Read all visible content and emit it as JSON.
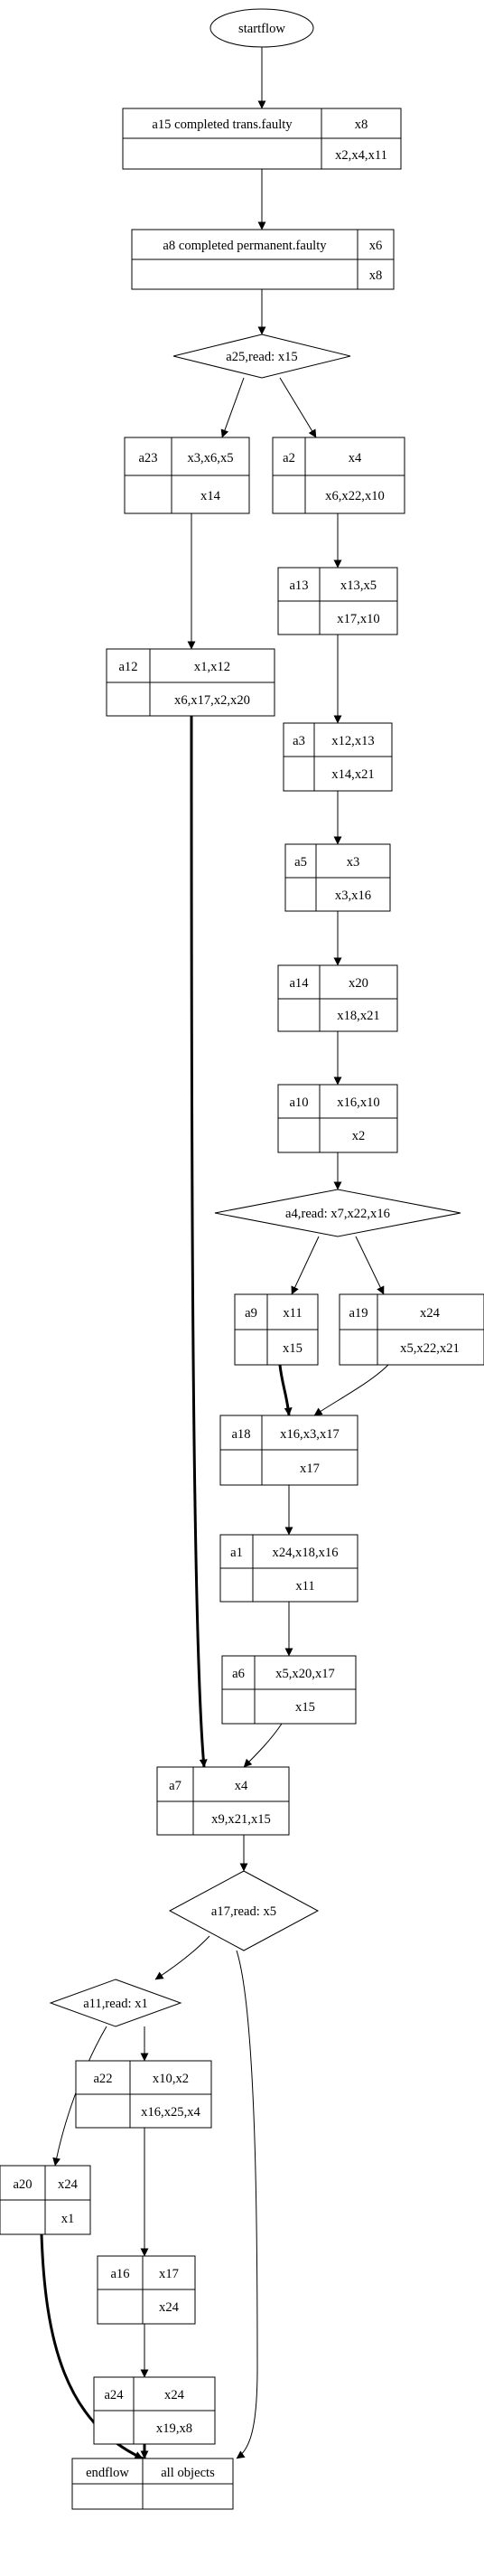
{
  "start": {
    "label": "startflow"
  },
  "blocks": {
    "a15": {
      "name": "a15  completed trans.faulty",
      "top": "x8",
      "bottom": "x2,x4,x11"
    },
    "a8": {
      "name": "a8  completed permanent.faulty",
      "top": "x6",
      "bottom": "x8"
    },
    "a23": {
      "name": "a23",
      "top": "x3,x6,x5",
      "bottom": "x14"
    },
    "a2": {
      "name": "a2",
      "top": "x4",
      "bottom": "x6,x22,x10"
    },
    "a13": {
      "name": "a13",
      "top": "x13,x5",
      "bottom": "x17,x10"
    },
    "a12": {
      "name": "a12",
      "top": "x1,x12",
      "bottom": "x6,x17,x2,x20"
    },
    "a3": {
      "name": "a3",
      "top": "x12,x13",
      "bottom": "x14,x21"
    },
    "a5": {
      "name": "a5",
      "top": "x3",
      "bottom": "x3,x16"
    },
    "a14": {
      "name": "a14",
      "top": "x20",
      "bottom": "x18,x21"
    },
    "a10": {
      "name": "a10",
      "top": "x16,x10",
      "bottom": "x2"
    },
    "a9": {
      "name": "a9",
      "top": "x11",
      "bottom": "x15"
    },
    "a19": {
      "name": "a19",
      "top": "x24",
      "bottom": "x5,x22,x21"
    },
    "a18": {
      "name": "a18",
      "top": "x16,x3,x17",
      "bottom": "x17"
    },
    "a1": {
      "name": "a1",
      "top": "x24,x18,x16",
      "bottom": "x11"
    },
    "a6": {
      "name": "a6",
      "top": "x5,x20,x17",
      "bottom": "x15"
    },
    "a7": {
      "name": "a7",
      "top": "x4",
      "bottom": "x9,x21,x15"
    },
    "a22": {
      "name": "a22",
      "top": "x10,x2",
      "bottom": "x16,x25,x4"
    },
    "a20": {
      "name": "a20",
      "top": "x24",
      "bottom": "x1"
    },
    "a16": {
      "name": "a16",
      "top": "x17",
      "bottom": "x24"
    },
    "a24": {
      "name": "a24",
      "top": "x24",
      "bottom": "x19,x8"
    }
  },
  "decisions": {
    "a25": {
      "label": "a25,read: x15"
    },
    "a4": {
      "label": "a4,read: x7,x22,x16"
    },
    "a17": {
      "label": "a17,read: x5"
    },
    "a11": {
      "label": "a11,read: x1"
    }
  },
  "end": {
    "left": "endflow",
    "right": "all objects"
  }
}
